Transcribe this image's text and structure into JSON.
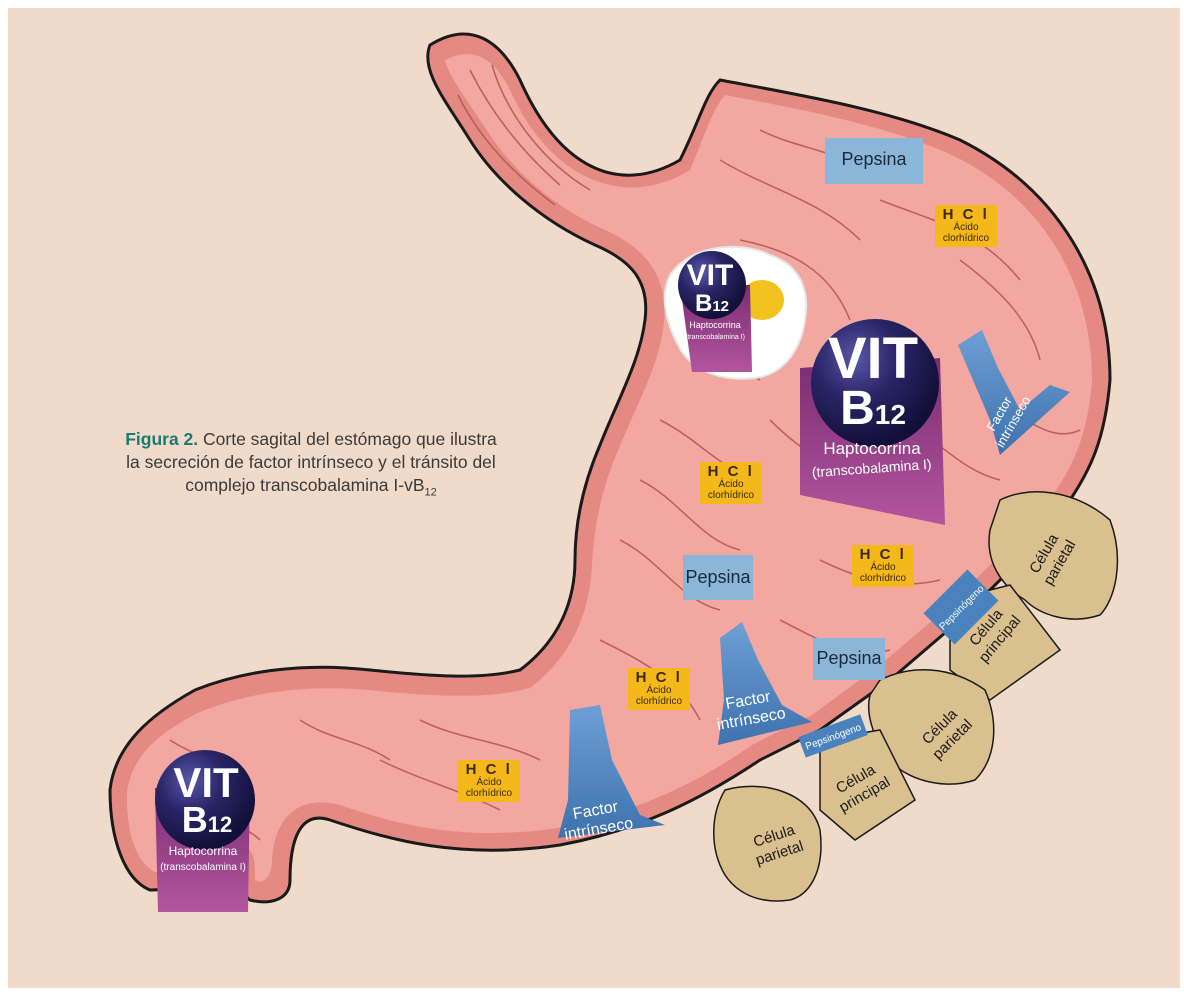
{
  "caption": {
    "figure_label": "Figura 2.",
    "line1": "Corte sagital del estómago que ilustra",
    "line2": "la secreción de factor intrínseco y el tránsito del",
    "line3_pre": "complejo transcobalamina I-vB",
    "line3_sub": "12"
  },
  "labels": {
    "pepsina": "Pepsina",
    "hcl_title": "H C l",
    "hcl_sub1": "Ácido",
    "hcl_sub2": "clorhídrico",
    "factor1": "Factor",
    "factor2": "intrínseco",
    "vit": "VIT",
    "b": "B",
    "b_sub": "12",
    "hapto1": "Haptocorrina",
    "hapto2": "(transcobalamina I)",
    "celula": "Célula",
    "parietal": "parietal",
    "principal": "principal",
    "pepsinogeno": "Pepsinógeno"
  },
  "colors": {
    "background": "#f0dbcb",
    "stomach_fill": "#f2a7a0",
    "stomach_rim": "#e07a72",
    "outline": "#1a1a1a",
    "hcl": "#f5b81a",
    "pepsina": "#8ab6da",
    "factor": "#4a82be",
    "vit_sphere": "#23205a",
    "haptocorrina": "#9a3f88",
    "cell": "#d9c08e",
    "caption_accent": "#1d7a72"
  }
}
